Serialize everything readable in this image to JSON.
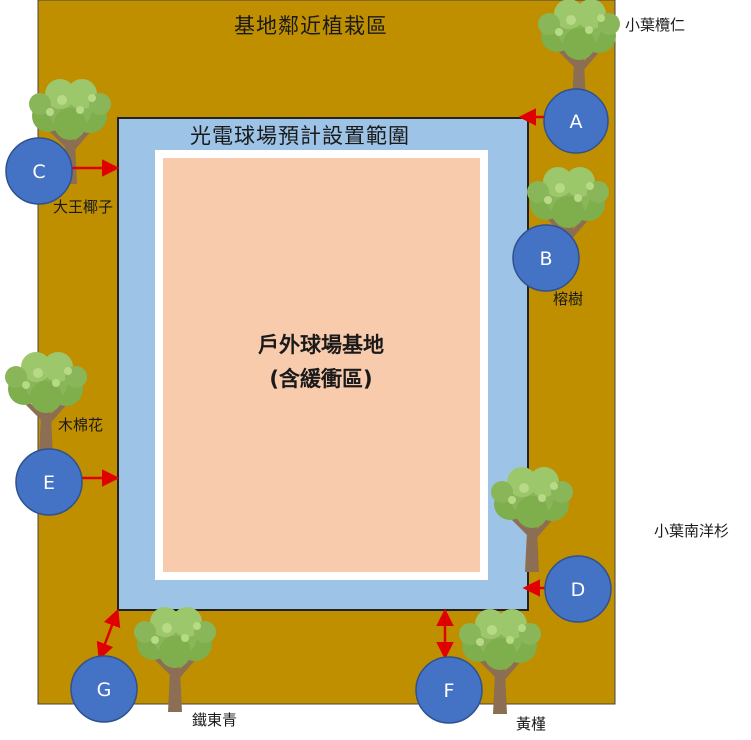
{
  "zones": {
    "outer_label": "基地鄰近植栽區",
    "middle_label": "光電球場預計設置範圍",
    "inner_label_line1": "戶外球場基地",
    "inner_label_line2": "(含緩衝區)"
  },
  "markers": [
    {
      "id": "A",
      "tree_label": ""
    },
    {
      "id": "B",
      "tree_label": "榕樹"
    },
    {
      "id": "C",
      "tree_label": "大王椰子"
    },
    {
      "id": "D",
      "tree_label": ""
    },
    {
      "id": "E",
      "tree_label": "木棉花"
    },
    {
      "id": "F",
      "tree_label": "黃槿"
    },
    {
      "id": "G",
      "tree_label": "鐵東青"
    }
  ],
  "side_labels": {
    "top_right": "小葉欖仁",
    "mid_right": "小葉南洋杉"
  },
  "colors": {
    "outer_zone": "#bf8f00",
    "middle_zone": "#9dc3e6",
    "inner_gap": "#ffffff",
    "inner_zone": "#f8cbad",
    "marker_fill": "#4472c4",
    "arrow": "#e00000",
    "tree_canopy": "#8ab65a",
    "tree_trunk": "#8b6e53"
  }
}
